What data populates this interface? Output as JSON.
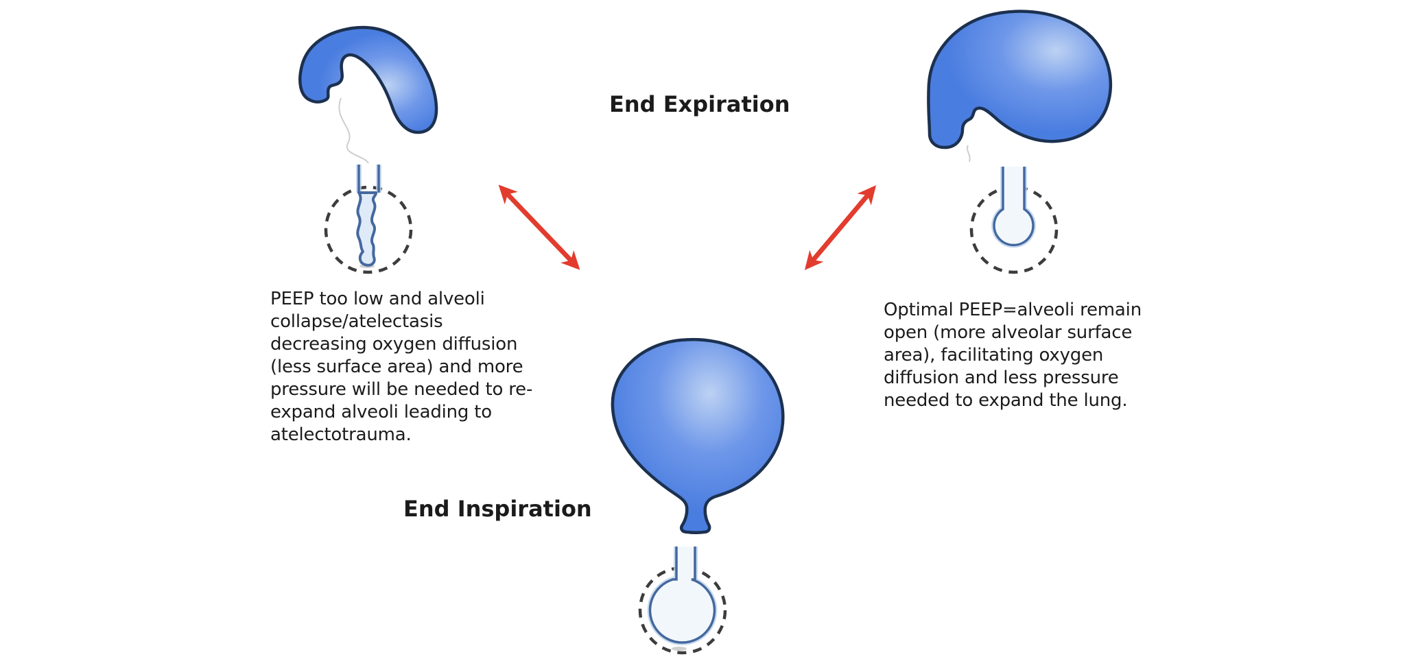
{
  "labels": {
    "end_expiration": "End Expiration",
    "end_inspiration": "End Inspiration"
  },
  "captions": {
    "low_peep": {
      "lines": [
        "PEEP too low and alveoli",
        "collapse/atelectasis",
        "decreasing oxygen diffusion",
        "(less surface area) and more",
        "pressure will be needed to re-",
        "expand alveoli leading to",
        "atelectotrauma."
      ]
    },
    "optimal_peep": {
      "lines": [
        "Optimal PEEP=alveoli remain",
        "open (more alveolar surface",
        "area), facilitating oxygen",
        "diffusion and less pressure",
        "needed to expand the lung."
      ]
    }
  },
  "colors": {
    "balloon_mid": "#4a7de0",
    "balloon_edge": "#4376de",
    "balloon_mid_light": "#6e97e9",
    "balloon_highlight": "#bdd2f3",
    "balloon_outline": "#1c3150",
    "tube_stroke": "#44689e",
    "tube_halo": "#bcd2ec",
    "alveolus_fill": "#dfeaf8",
    "alveolus_open_fill": "#f2f7fc",
    "dashed_circle": "#3d3d3d",
    "arrow": "#e23c2e",
    "text": "#1b1b1b",
    "thread": "#c6c6c6",
    "smudge": "#a8a8a8",
    "background": "#ffffff"
  }
}
